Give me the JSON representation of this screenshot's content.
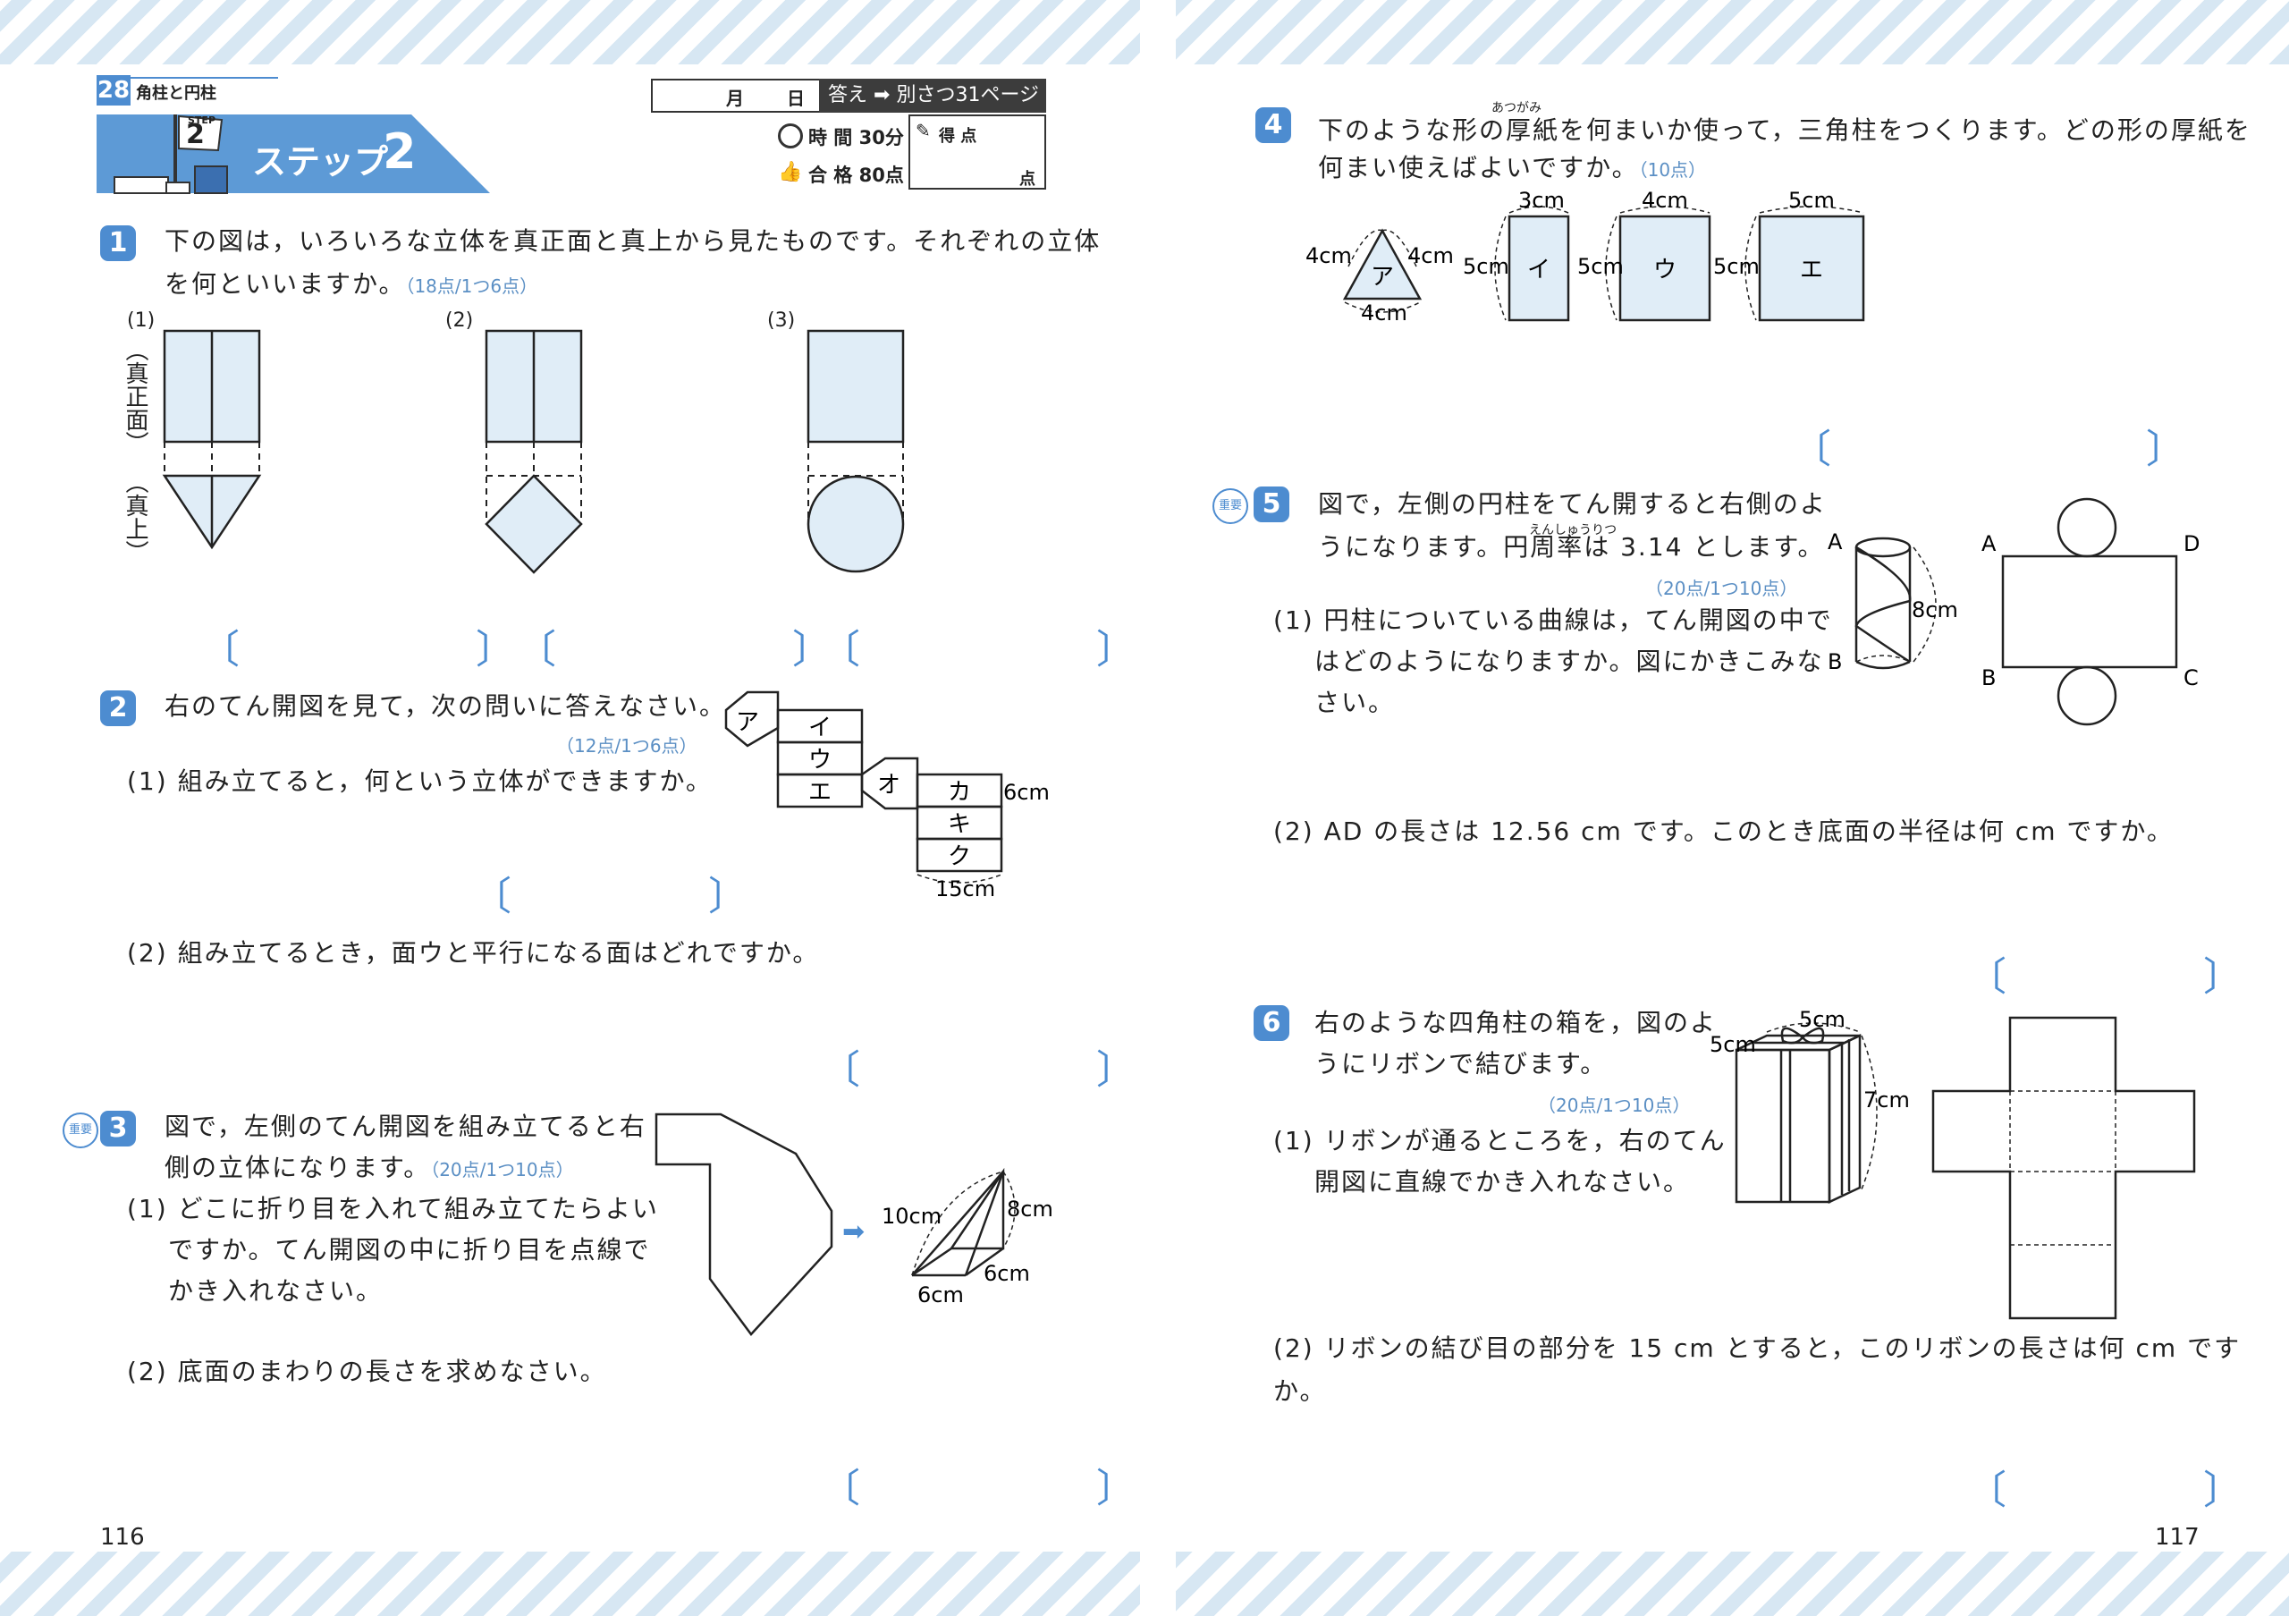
{
  "header": {
    "unit_no": "28",
    "unit_title": "角柱と円柱",
    "step_label": "STEP",
    "step_no": "2",
    "step_title": "ステップ",
    "month": "月",
    "day": "日",
    "answer_label": "答え",
    "answer_ref": "別さつ31ページ",
    "time_label": "時 間 30分",
    "pass_label": "合 格 80点",
    "score_label": "得 点",
    "score_unit": "点"
  },
  "left_page": {
    "page_number": "116",
    "q1": {
      "number": "1",
      "text_line1": "下の図は，いろいろな立体を真正面と真上から見たものです。それぞれの立体",
      "text_line2": "を何といいますか。",
      "points": "（18点/1つ6点）",
      "labels": [
        "(1)",
        "(2)",
        "(3)"
      ],
      "front_label": "（真正面）",
      "top_label": "（真上）"
    },
    "q2": {
      "number": "2",
      "text": "右のてん開図を見て，次の問いに答えなさい。",
      "points": "（12点/1つ6点）",
      "sub1": "(1) 組み立てると，何という立体ができますか。",
      "sub2": "(2) 組み立てるとき，面ウと平行になる面はどれですか。",
      "faces": [
        "ア",
        "イ",
        "ウ",
        "エ",
        "オ",
        "カ",
        "キ",
        "ク"
      ],
      "dim_h": "6cm",
      "dim_w": "15cm"
    },
    "q3": {
      "number": "3",
      "badge": "重要",
      "text_line1": "図で，左側のてん開図を組み立てると右",
      "text_line2": "側の立体になります。",
      "points": "（20点/1つ10点）",
      "sub1_line1": "(1) どこに折り目を入れて組み立てたらよい",
      "sub1_line2": "ですか。てん開図の中に折り目を点線で",
      "sub1_line3": "かき入れなさい。",
      "sub2": "(2) 底面のまわりの長さを求めなさい。",
      "dims": [
        "10cm",
        "8cm",
        "6cm",
        "6cm"
      ]
    }
  },
  "right_page": {
    "page_number": "117",
    "q4": {
      "number": "4",
      "ruby": "あつがみ",
      "text_line1": "下のような形の厚紙を何まいか使って，三角柱をつくります。どの形の厚紙を",
      "text_line2": "何まい使えばよいですか。",
      "points": "（10点）",
      "shapes": [
        "ア",
        "イ",
        "ウ",
        "エ"
      ],
      "dims": [
        "4cm",
        "4cm",
        "4cm",
        "3cm",
        "5cm",
        "4cm",
        "5cm",
        "5cm",
        "5cm"
      ]
    },
    "q5": {
      "number": "5",
      "badge": "重要",
      "ruby": "えんしゅうりつ",
      "text_line1": "図で，左側の円柱をてん開すると右側のよ",
      "text_line2": "うになります。円周率は 3.14 とします。",
      "points": "（20点/1つ10点）",
      "sub1_line1": "(1) 円柱についている曲線は，てん開図の中で",
      "sub1_line2": "はどのようになりますか。図にかきこみな",
      "sub1_line3": "さい。",
      "sub2": "(2) AD の長さは 12.56 cm です。このとき底面の半径は何 cm ですか。",
      "dim": "8cm",
      "points_labels": [
        "A",
        "B",
        "A",
        "D",
        "B",
        "C"
      ]
    },
    "q6": {
      "number": "6",
      "text_line1": "右のような四角柱の箱を，図のよ",
      "text_line2": "うにリボンで結びます。",
      "points": "（20点/1つ10点）",
      "sub1_line1": "(1) リボンが通るところを，右のてん",
      "sub1_line2": "開図に直線でかき入れなさい。",
      "sub2": "(2) リボンの結び目の部分を 15 cm とすると，このリボンの長さは何 cm ですか。",
      "dims": [
        "5cm",
        "5cm",
        "7cm"
      ]
    }
  }
}
